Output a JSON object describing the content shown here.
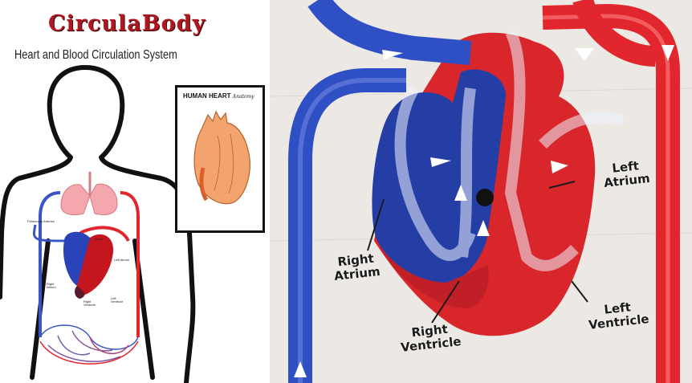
{
  "poster": {
    "title": "CirculaBody",
    "subtitle": "Heart and Blood Circulation System",
    "inset_title": "HUMAN HEART",
    "inset_title_suffix": "Anatomy",
    "diagram_labels": {
      "pulmonary_arteries": "Pulmonary Arteries",
      "aorta": "Aorta",
      "left_atrium": "Left Atrium",
      "right_atrium": "Right Atrium",
      "left_ventricle": "Left Ventricle",
      "right_ventricle": "Right Ventricle"
    }
  },
  "model": {
    "left_atrium": "Left Atrium",
    "right_atrium": "Right Atrium",
    "right_ventricle": "Right Ventricle",
    "left_ventricle": "Left Ventricle"
  },
  "colors": {
    "blue": "#2b43b8",
    "red": "#e2262d",
    "brand_red": "#b0171f"
  }
}
